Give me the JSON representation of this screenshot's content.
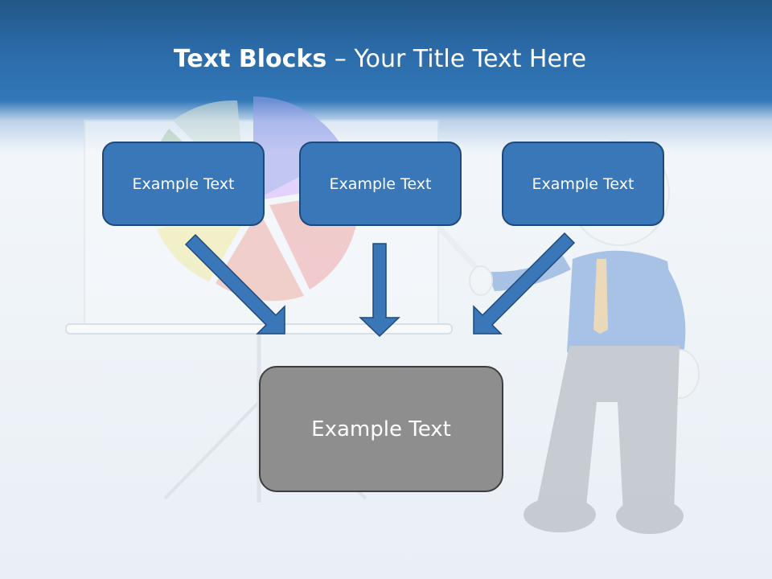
{
  "slide": {
    "title_bold": "Text Blocks",
    "title_separator": " – ",
    "title_rest": "Your Title Text Here"
  },
  "text_blocks": [
    {
      "label": "Example Text"
    },
    {
      "label": "Example Text"
    },
    {
      "label": "Example Text"
    }
  ],
  "center_block": {
    "label": "Example Text"
  },
  "colors": {
    "header_blue": "#2b6aa7",
    "box_blue": "#3a77b8",
    "box_border": "#1f4a78",
    "center_gray": "#8e8e8e",
    "arrow_blue": "#3a77b8"
  },
  "icons": {
    "illustration": "presenter-with-pie-chart-easel",
    "arrows": "down-arrow"
  }
}
